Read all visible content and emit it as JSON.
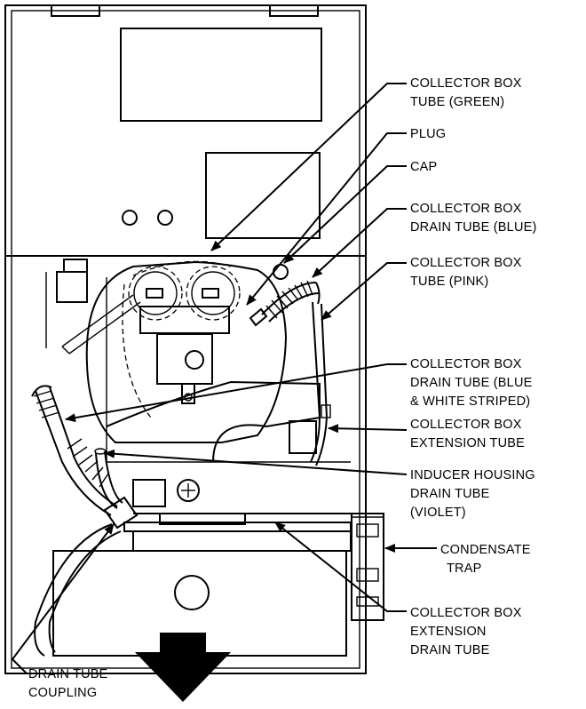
{
  "labels": {
    "collector_box_tube_green": [
      "COLLECTOR BOX",
      "TUBE (GREEN)"
    ],
    "plug": [
      "PLUG"
    ],
    "cap": [
      "CAP"
    ],
    "collector_box_drain_tube_blue": [
      "COLLECTOR BOX",
      "DRAIN TUBE (BLUE)"
    ],
    "collector_box_tube_pink": [
      "COLLECTOR BOX",
      "TUBE (PINK)"
    ],
    "collector_box_drain_tube_blue_white": [
      "COLLECTOR BOX",
      "DRAIN TUBE (BLUE",
      "& WHITE STRIPED)"
    ],
    "collector_box_extension_tube": [
      "COLLECTOR BOX",
      "EXTENSION TUBE"
    ],
    "inducer_housing_drain_tube": [
      "INDUCER HOUSING",
      "DRAIN TUBE",
      "(VIOLET)"
    ],
    "condensate_trap": [
      "CONDENSATE",
      "TRAP"
    ],
    "collector_box_extension_drain_tube": [
      "COLLECTOR BOX",
      "EXTENSION",
      "DRAIN TUBE"
    ],
    "drain_tube_coupling": [
      "DRAIN TUBE",
      "COUPLING"
    ]
  },
  "colors": {
    "ink": "#000000",
    "background": "#ffffff"
  }
}
